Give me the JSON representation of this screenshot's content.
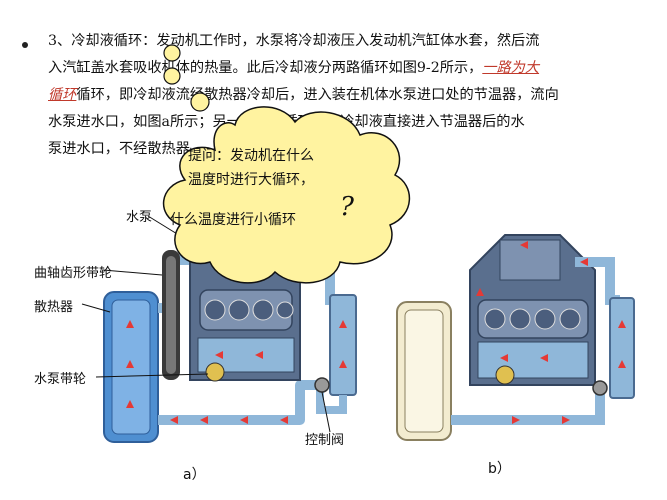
{
  "slide": {
    "paragraph_lines": [
      "3、冷却液循环：发动机工作时，水泵将冷却液压入发动机汽缸体水套，然后流",
      "入汽缸盖水套吸收机体的热量。此后冷却液分两路循环如图9-2所示，",
      "循环，即冷却液流经散热器冷却后，进入装在机体水泵进口处的节温器，流向",
      "水泵进水口，如图a所示；另一路为小循环，即冷却液直接进入节温器后的水",
      "泵进水口，不经散热器。"
    ],
    "highlight_big_cycle": "一路为大",
    "highlight_cycle_start": "循环"
  },
  "thought_bubble": {
    "line1": "提问：发动机在什么",
    "line2": "温度时进行大循环，",
    "line3": "什么温度进行小循环",
    "question_mark": "?"
  },
  "labels": {
    "water_pump": "水泵",
    "crank_pulley": "曲轴齿形带轮",
    "radiator": "散热器",
    "pump_pulley": "水泵带轮",
    "control_valve": "控制阀"
  },
  "captions": {
    "a": "a）",
    "b": "b）"
  },
  "colors": {
    "engine_block": "#5a6f8e",
    "coolant": "#8fb7d9",
    "flow_arrow": "#e53935",
    "radiator_a": "#4f8fd1",
    "radiator_b": "#f3ecd0",
    "bubble_fill": "#fff3a0"
  }
}
